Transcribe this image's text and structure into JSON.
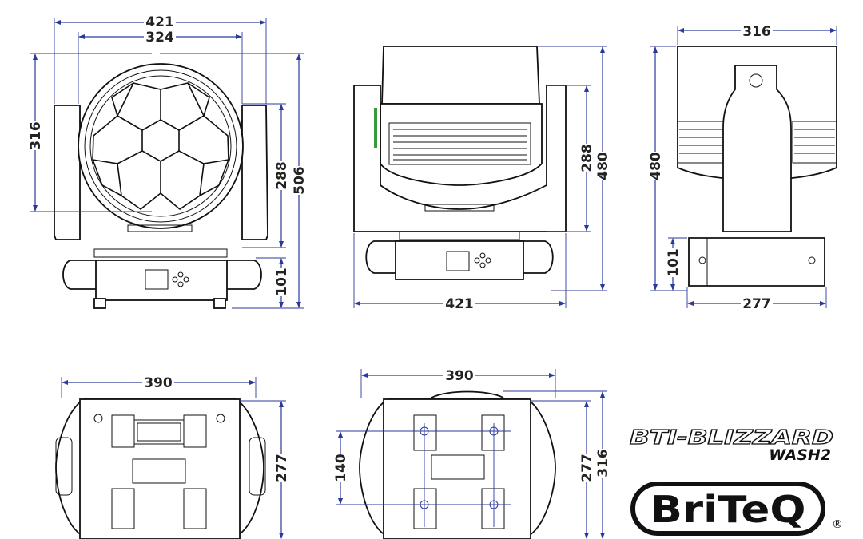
{
  "brand": {
    "model_line1": "BTI-BLIZZARD",
    "model_line2": "WASH2",
    "logo_text": "BriTeQ",
    "registered": "®"
  },
  "front_view": {
    "width_outer": "421",
    "width_lens": "324",
    "height_head": "316",
    "height_arm": "288",
    "height_total": "506",
    "height_base": "101"
  },
  "side_view": {
    "height_arm": "288",
    "height_total": "480",
    "width": "421"
  },
  "rear_view": {
    "width_top": "316",
    "height_total": "480",
    "height_base": "101",
    "width_base": "277"
  },
  "bottom_view_1": {
    "width": "390",
    "depth": "277"
  },
  "bottom_view_2": {
    "width": "390",
    "spacing": "140",
    "depth": "277",
    "depth_total": "316"
  },
  "colors": {
    "dimension": "#2b3a9a",
    "outline": "#111111"
  }
}
